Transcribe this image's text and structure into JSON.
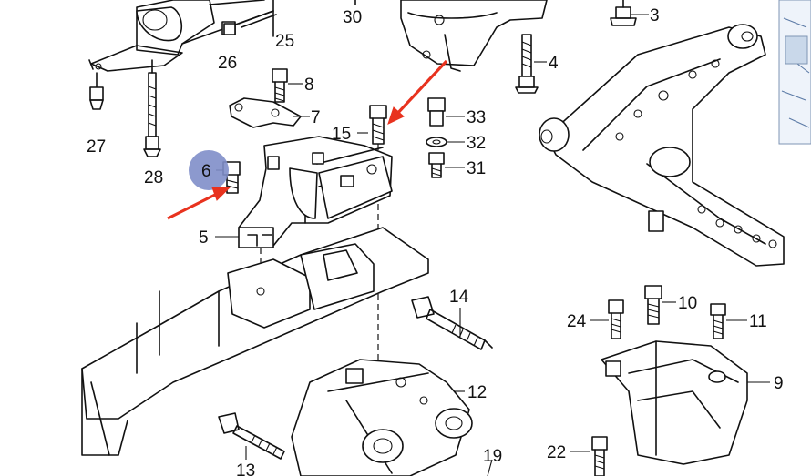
{
  "labels": {
    "p3": "3",
    "p4": "4",
    "p5": "5",
    "p6": "6",
    "p7": "7",
    "p8": "8",
    "p9": "9",
    "p10": "10",
    "p11": "11",
    "p12": "12",
    "p13": "13",
    "p14": "14",
    "p15": "15",
    "p19": "19",
    "p22": "22",
    "p24": "24",
    "p25": "25",
    "p26": "26",
    "p27": "27",
    "p28": "28",
    "p30": "30",
    "p31": "31",
    "p32": "32",
    "p33": "33"
  },
  "highlight": {
    "part": "6",
    "color": "#7f8ec9"
  },
  "arrow_color": "#e8321e"
}
